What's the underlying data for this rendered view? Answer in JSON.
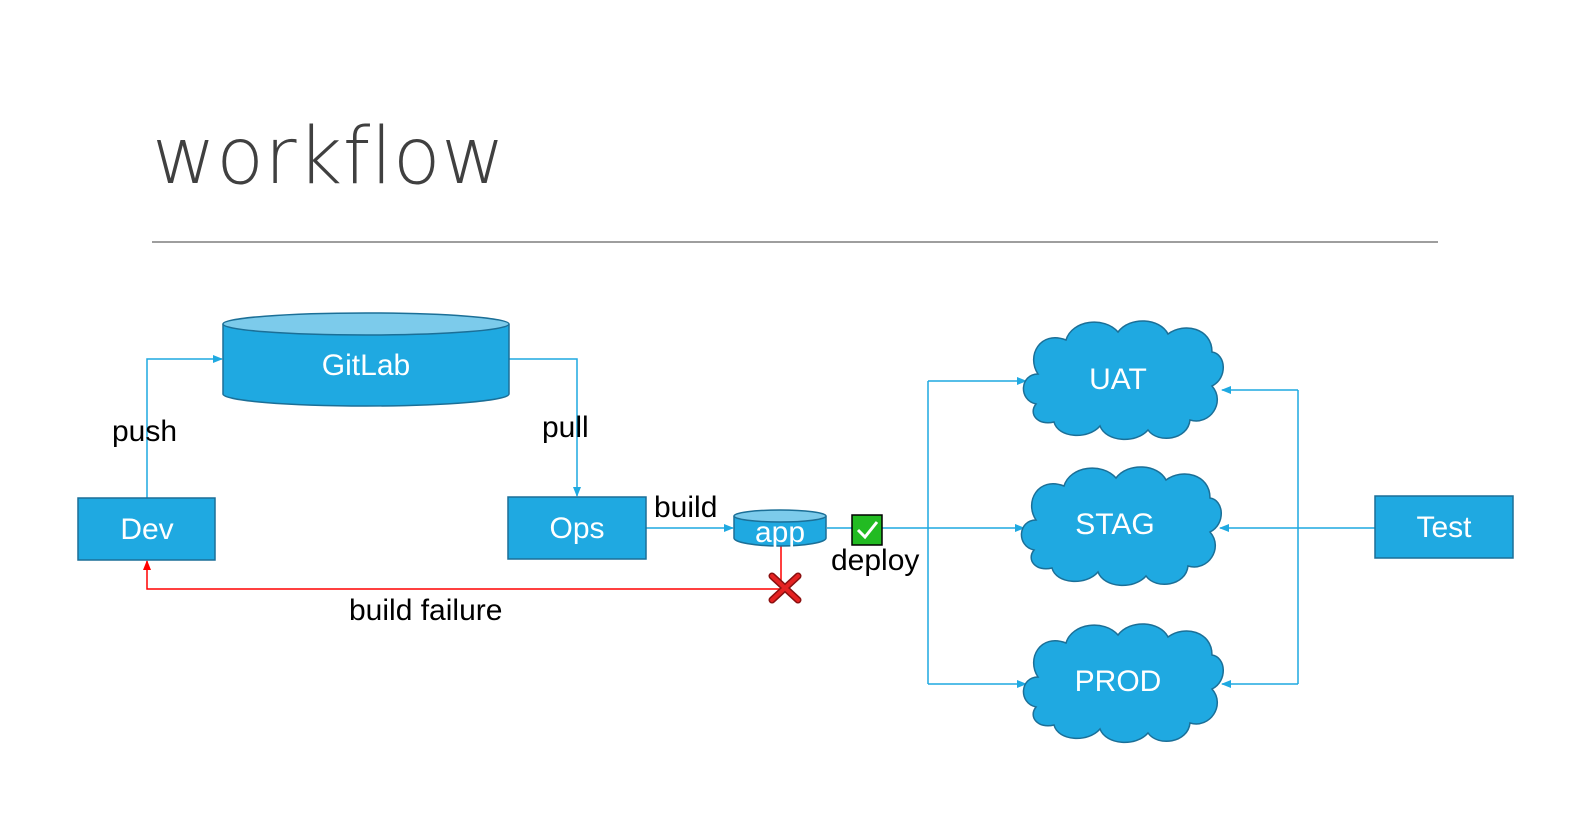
{
  "title": "workflow",
  "colors": {
    "node_fill": "#1fa9e1",
    "node_top": "#7ccbeb",
    "connector": "#1fa9e1",
    "failure": "#ff0000",
    "success": "#22bb22",
    "title_text": "#404040"
  },
  "nodes": {
    "gitlab": "GitLab",
    "dev": "Dev",
    "ops": "Ops",
    "app": "app",
    "uat": "UAT",
    "stag": "STAG",
    "prod": "PROD",
    "test": "Test"
  },
  "edges": {
    "push": "push",
    "pull": "pull",
    "build": "build",
    "deploy": "deploy",
    "build_failure": "build failure"
  },
  "icons": {
    "success": "checkmark-icon",
    "failure": "cross-icon"
  }
}
